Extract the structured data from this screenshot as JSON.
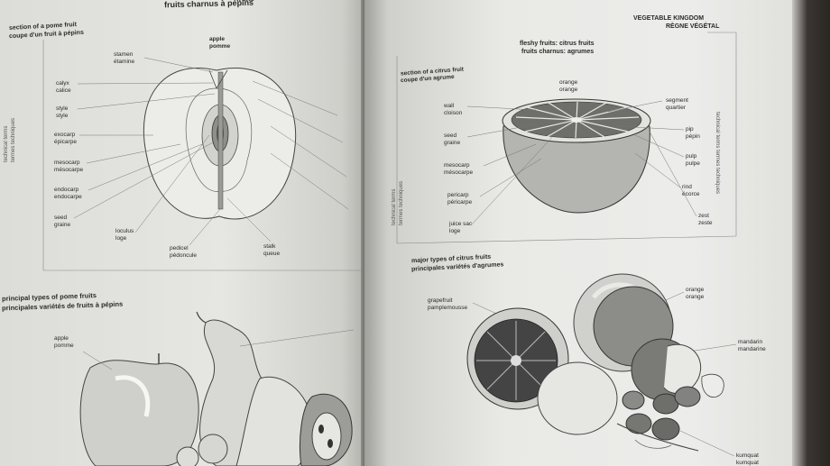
{
  "left_page": {
    "top_header_line1": "fruits",
    "top_header_line2": "fruits charnus à pépins",
    "section_title_en": "section of a pome fruit",
    "section_title_fr": "coupe d'un fruit à pépins",
    "apple_label_en": "apple",
    "apple_label_fr": "pomme",
    "side_terms_en": "technical terms",
    "side_terms_fr": "termes techniques",
    "labels": [
      {
        "en": "stamen",
        "fr": "étamine"
      },
      {
        "en": "calyx",
        "fr": "calice"
      },
      {
        "en": "style",
        "fr": "style"
      },
      {
        "en": "exocarp",
        "fr": "épicarpe"
      },
      {
        "en": "mesocarp",
        "fr": "mésocarpe"
      },
      {
        "en": "endocarp",
        "fr": "endocarpe"
      },
      {
        "en": "seed",
        "fr": "graine"
      },
      {
        "en": "loculus",
        "fr": "loge"
      },
      {
        "en": "pedicel",
        "fr": "pédoncule"
      },
      {
        "en": "stalk",
        "fr": "queue"
      }
    ],
    "principal_en": "principal types of pome fruits",
    "principal_fr": "principales variétés de fruits à pépins",
    "apple2_en": "apple",
    "apple2_fr": "pomme"
  },
  "right_page": {
    "kingdom_en": "VEGETABLE KINGDOM",
    "kingdom_fr": "RÈGNE VÉGÉTAL",
    "heading_en": "fleshy fruits: citrus fruits",
    "heading_fr": "fruits charnus: agrumes",
    "section_en": "section of a citrus fruit",
    "section_fr": "coupe d'un agrume",
    "orange_top_en": "orange",
    "orange_top_fr": "orange",
    "side_terms_en": "technical terms",
    "side_terms_fr": "termes techniques",
    "labels_left": [
      {
        "en": "wall",
        "fr": "cloison"
      },
      {
        "en": "seed",
        "fr": "graine"
      },
      {
        "en": "mesocarp",
        "fr": "mésocarpe"
      },
      {
        "en": "pericarp",
        "fr": "péricarpe"
      },
      {
        "en": "juice sac",
        "fr": "loge"
      }
    ],
    "labels_right": [
      {
        "en": "segment",
        "fr": "quartier"
      },
      {
        "en": "pip",
        "fr": "pépin"
      },
      {
        "en": "pulp",
        "fr": "pulpe"
      },
      {
        "en": "rind",
        "fr": "écorce"
      },
      {
        "en": "zest",
        "fr": "zeste"
      }
    ],
    "major_en": "major types of citrus fruits",
    "major_fr": "principales variétés d'agrumes",
    "grapefruit_en": "grapefruit",
    "grapefruit_fr": "pamplemousse",
    "orange_en": "orange",
    "orange_fr": "orange",
    "mandarin_en": "mandarin",
    "mandarin_fr": "mandarine",
    "kumquat_en": "kumquat",
    "kumquat_fr": "kumquat"
  }
}
